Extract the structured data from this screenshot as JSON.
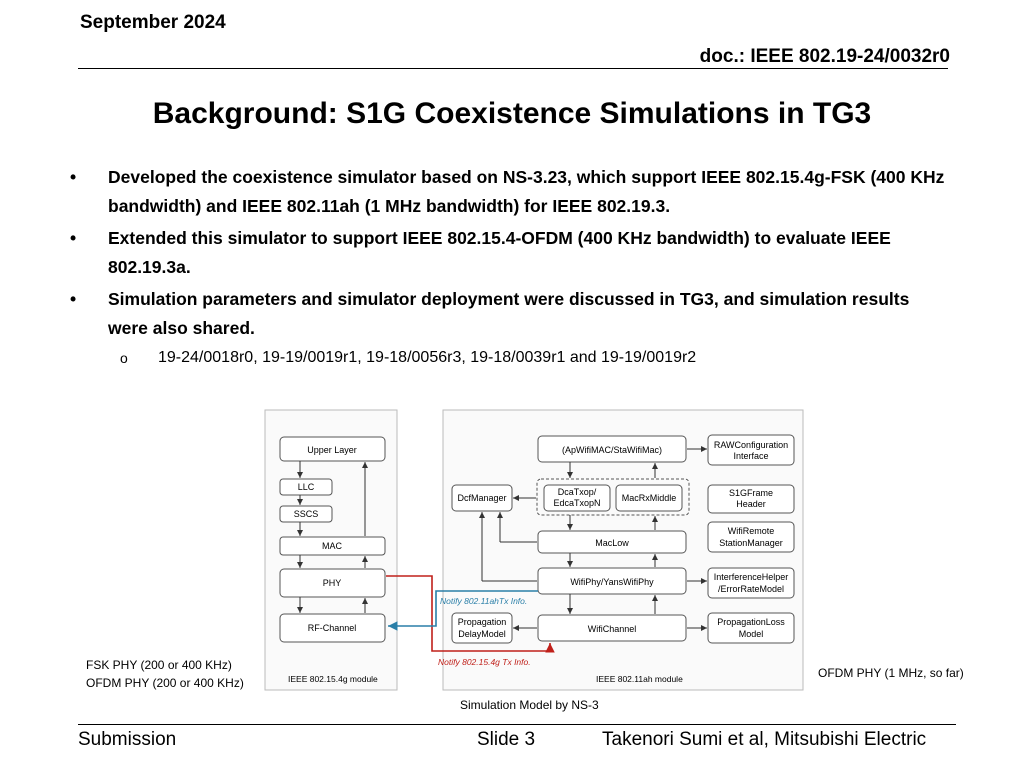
{
  "header": {
    "date": "September 2024",
    "doc": "doc.: IEEE 802.19-24/0032r0"
  },
  "title": "Background: S1G Coexistence Simulations in TG3",
  "bullets": [
    "Developed the coexistence simulator based on NS-3.23, which support IEEE 802.15.4g-FSK (400 KHz bandwidth) and IEEE 802.11ah (1 MHz bandwidth) for IEEE 802.19.3.",
    "Extended this simulator to support IEEE 802.15.4-OFDM (400 KHz bandwidth) to evaluate IEEE 802.19.3a.",
    "Simulation parameters and simulator deployment were discussed in TG3, and simulation results were also shared."
  ],
  "sub_bullet": "19-24/0018r0, 19-19/0019r1, 19-18/0056r3, 19-18/0039r1 and 19-19/0019r2",
  "diagram": {
    "left_module": {
      "label": "IEEE 802.15.4g module",
      "blocks": [
        "Upper Layer",
        "LLC",
        "SSCS",
        "MAC",
        "PHY",
        "RF-Channel"
      ]
    },
    "right_module": {
      "label": "IEEE 802.11ah module",
      "blocks": {
        "mac": "(ApWifiMAC/StaWifiMac)",
        "raw_1": "RAWConfiguration",
        "raw_2": "Interface",
        "dcf": "DcfManager",
        "dca_1": "DcaTxop/",
        "dca_2": "EdcaTxopN",
        "rx": "MacRxMiddle",
        "s1g_1": "S1GFrame",
        "s1g_2": "Header",
        "maclow": "MacLow",
        "remote_1": "WifiRemote",
        "remote_2": "StationManager",
        "phy": "WifiPhy/YansWifiPhy",
        "interf_1": "InterferenceHelper",
        "interf_2": "/ErrorRateModel",
        "prop_1": "Propagation",
        "prop_2": "DelayModel",
        "channel": "WifiChannel",
        "loss_1": "PropagationLoss",
        "loss_2": "Model"
      }
    },
    "notify_11ah": "Notify 802.11ahTx Info.",
    "notify_154g": "Notify 802.15.4g Tx Info.",
    "colors": {
      "red_link": "#c0201a",
      "blue_link": "#2a7fa8"
    }
  },
  "captions": {
    "left_1": "FSK PHY (200 or 400 KHz)",
    "left_2": "OFDM PHY (200 or 400 KHz)",
    "right": "OFDM PHY (1 MHz, so far)",
    "center": "Simulation Model by NS-3"
  },
  "footer": {
    "left": "Submission",
    "slide": "Slide 3",
    "author": "Takenori Sumi et al, Mitsubishi Electric"
  }
}
